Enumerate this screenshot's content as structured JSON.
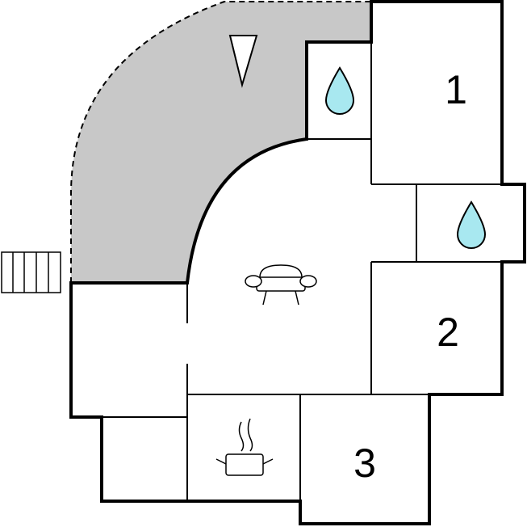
{
  "rooms": [
    {
      "id": "bedroom-1",
      "label": "1"
    },
    {
      "id": "bedroom-2",
      "label": "2"
    },
    {
      "id": "bedroom-3",
      "label": "3"
    }
  ],
  "icons": {
    "bathroom": "water-drop-icon",
    "living": "sofa-icon",
    "kitchen": "cooking-pot-icon",
    "terrace": "north-arrow-icon",
    "entrance": "stairs-icon"
  },
  "colors": {
    "terrace_fill": "#c8c8c8",
    "water_fill": "#a8e8f0",
    "wall": "#000000"
  }
}
